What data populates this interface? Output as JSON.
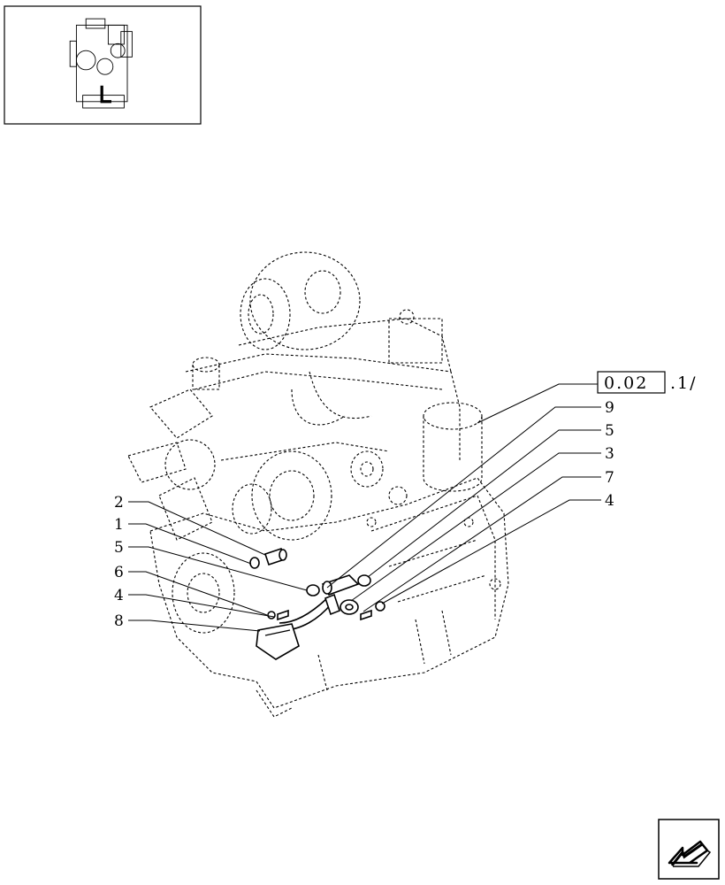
{
  "reference": {
    "boxed": "0.02",
    "suffix": ".1/"
  },
  "callouts_left": [
    "2",
    "1",
    "5",
    "6",
    "4",
    "8"
  ],
  "callouts_right": [
    "9",
    "5",
    "3",
    "7",
    "4"
  ],
  "icons": {
    "thumbnail": "engine-thumbnail-icon",
    "navigation": "back-arrow-icon"
  }
}
